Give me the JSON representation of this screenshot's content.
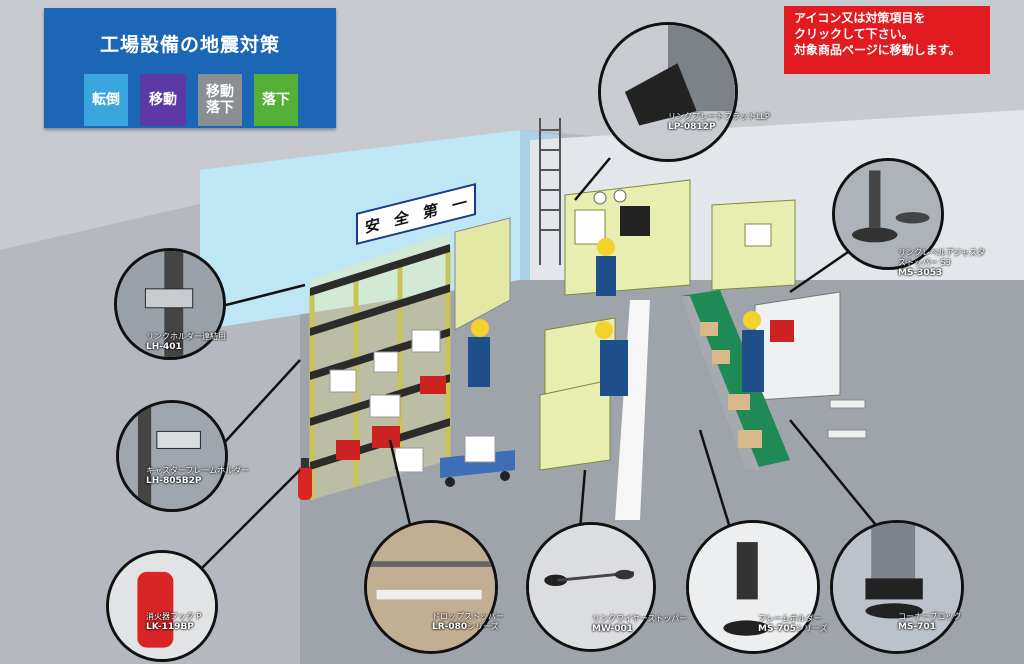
{
  "title": "工場設備の地震対策",
  "categories": [
    {
      "label": "転倒",
      "color": "#3aa6dd"
    },
    {
      "label": "移動",
      "color": "#5b3aa5"
    },
    {
      "label": "移動\n落下",
      "color": "#8a8f94"
    },
    {
      "label": "落下",
      "color": "#55b038"
    }
  ],
  "notice": "アイコン又は対策項目を\nクリックして下さい。\n対象商品ページに移動します。",
  "banner": [
    "安",
    "全",
    "第",
    "一"
  ],
  "products": [
    {
      "id": "lp-0812p",
      "name": "リンクプレートフラットLLP",
      "code": "LP-0812P"
    },
    {
      "id": "ms-3053",
      "name": "リンクレベルアジャスタ\nストッパー S3",
      "code": "MS-3053"
    },
    {
      "id": "lh-401",
      "name": "リンクホルダー連結用",
      "code": "LH-401"
    },
    {
      "id": "lh-805b2p",
      "name": "キャスターフレームホルダー",
      "code": "LH-805B2P"
    },
    {
      "id": "lk-119bp",
      "name": "消火器フック P",
      "code": "LK-119BP"
    },
    {
      "id": "lr-080",
      "name": "ドロップストッパー",
      "code": "LR-080",
      "suffix": "シリーズ"
    },
    {
      "id": "mw-001",
      "name": "リンクワイヤーストッパー",
      "code": "MW-001"
    },
    {
      "id": "ms-705",
      "name": "フレームホルダー",
      "code": "MS-705",
      "suffix": "シリーズ"
    },
    {
      "id": "ms-701",
      "name": "コーナーブロック",
      "code": "MS-701"
    }
  ]
}
